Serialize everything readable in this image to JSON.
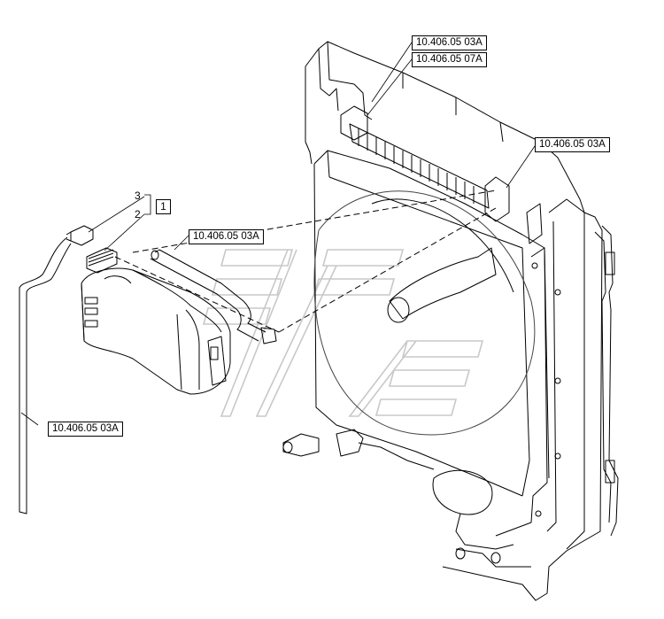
{
  "callouts": {
    "ref_top_1": "10.406.05 03A",
    "ref_top_2": "10.406.05 07A",
    "ref_right": "10.406.05 03A",
    "ref_center": "10.406.05 03A",
    "ref_bottom_left": "10.406.05 03A"
  },
  "item_numbers": {
    "item_3": "3",
    "item_2": "2",
    "group_1": "1"
  },
  "colors": {
    "line": "#000000",
    "watermark": "#c8c8c8",
    "background": "#ffffff"
  }
}
